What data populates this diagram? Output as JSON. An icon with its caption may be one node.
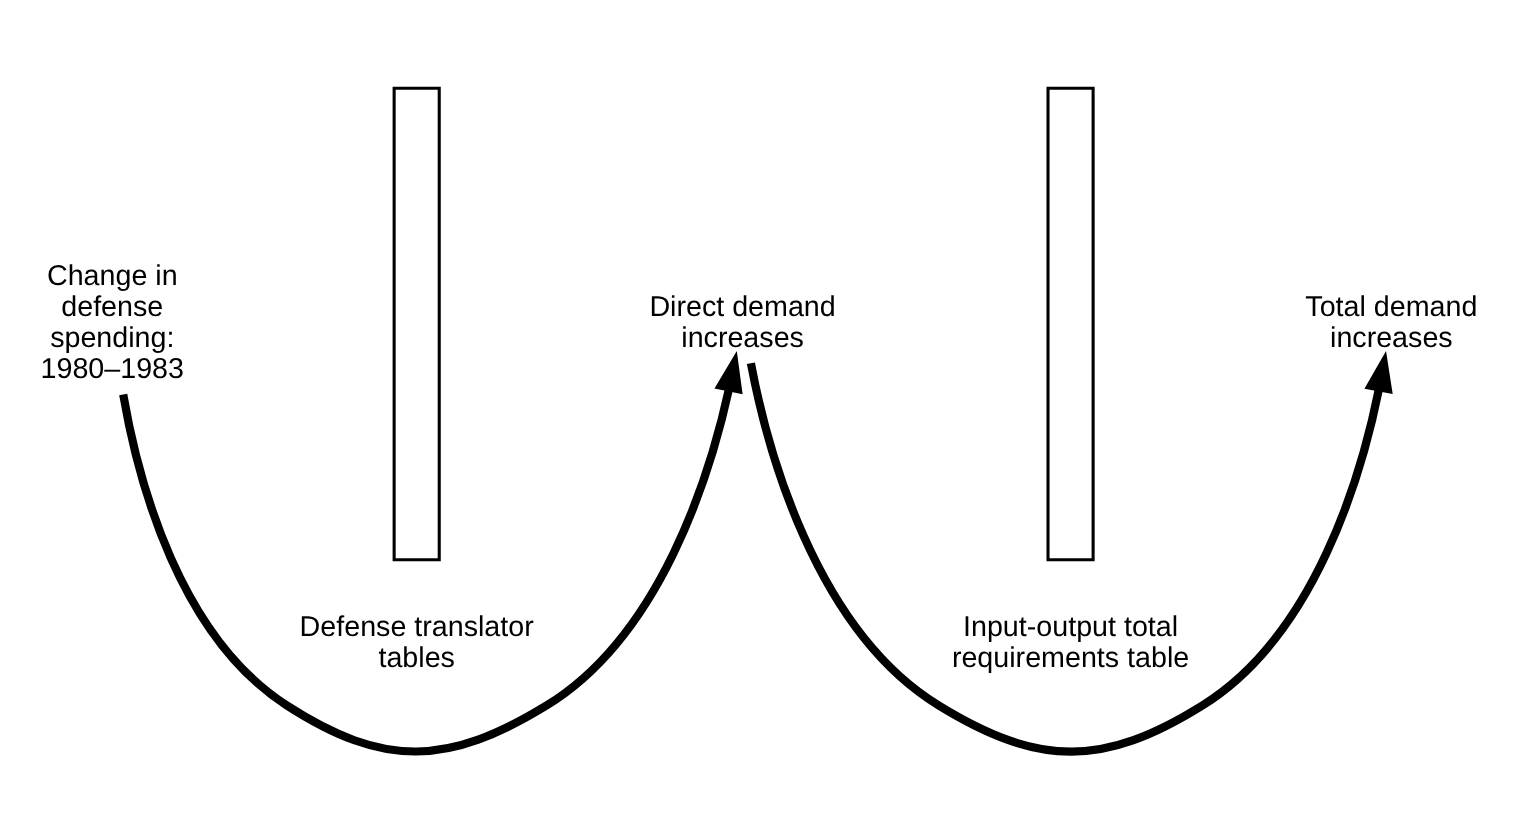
{
  "diagram": {
    "nodes": [
      {
        "text": [
          "Change in defense spending: 1980–1983"
        ]
      },
      {
        "text": [],
        "shape": "bar",
        "beside": [
          "Defense translator tables"
        ]
      },
      {
        "text": [
          "Direct demand increases"
        ]
      },
      {
        "text": [],
        "shape": "bar",
        "beside": [
          "Input-output total requirements table"
        ]
      },
      {
        "text": [
          "Total demand increases"
        ]
      }
    ],
    "edges": [
      {
        "from": 0,
        "to": 2,
        "arrow": "to"
      },
      {
        "from": 2,
        "to": 4,
        "arrow": "to"
      }
    ]
  }
}
